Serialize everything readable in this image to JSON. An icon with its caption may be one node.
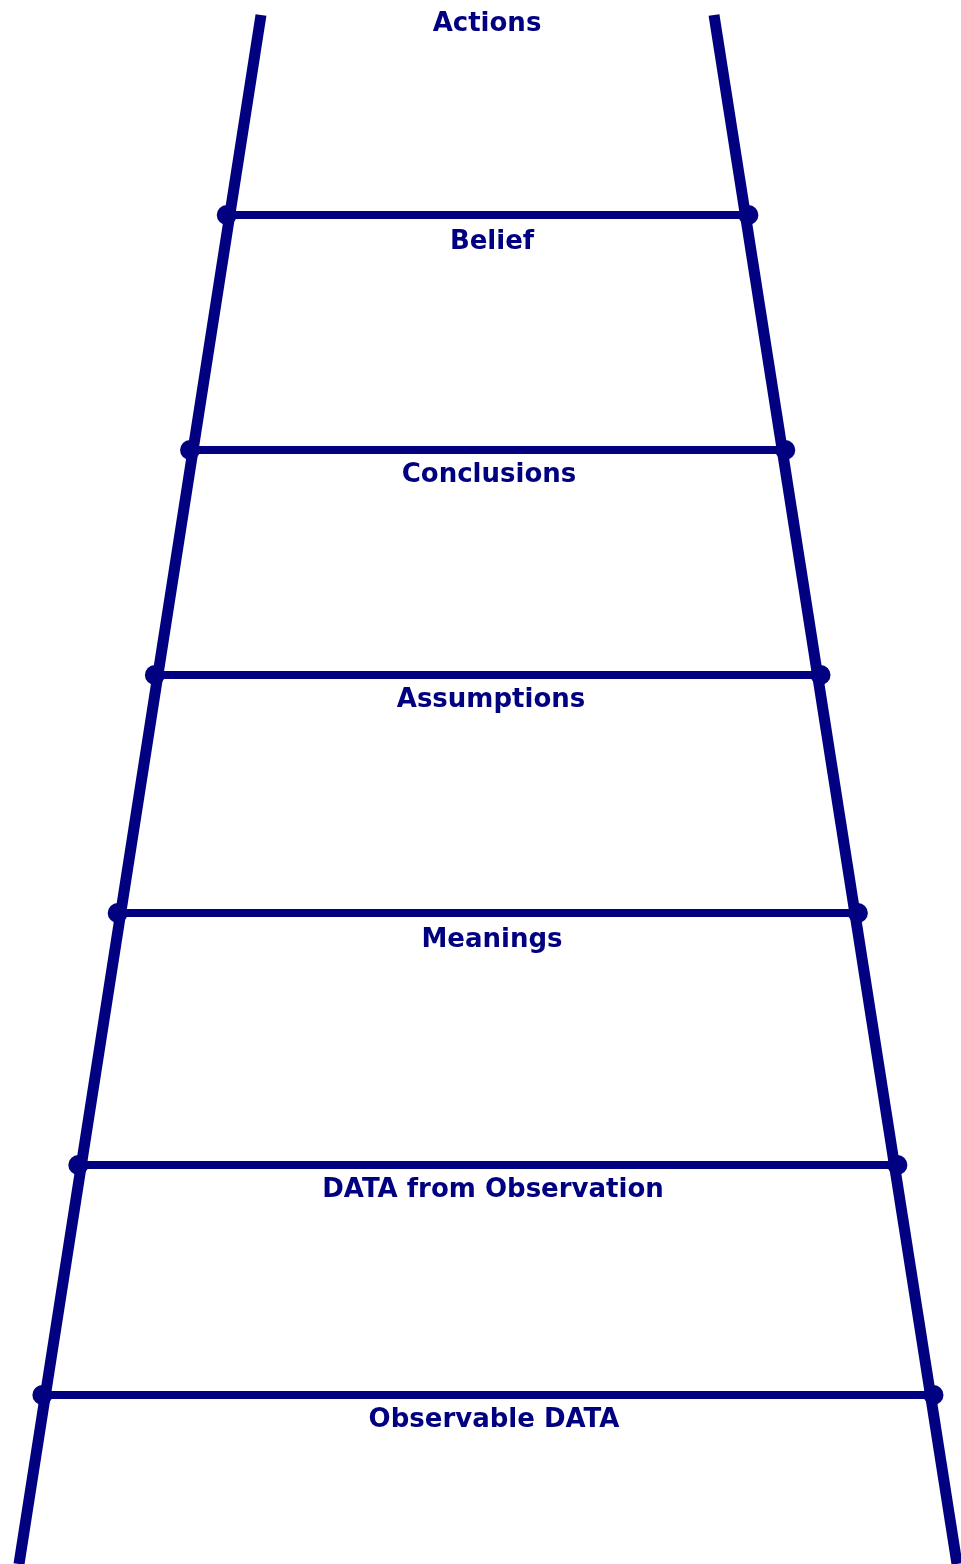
{
  "diagram": {
    "labels": [
      "Actions",
      "Belief",
      "Conclusions",
      "Assumptions",
      "Meanings",
      "DATA from Observation",
      "Observable DATA"
    ]
  }
}
